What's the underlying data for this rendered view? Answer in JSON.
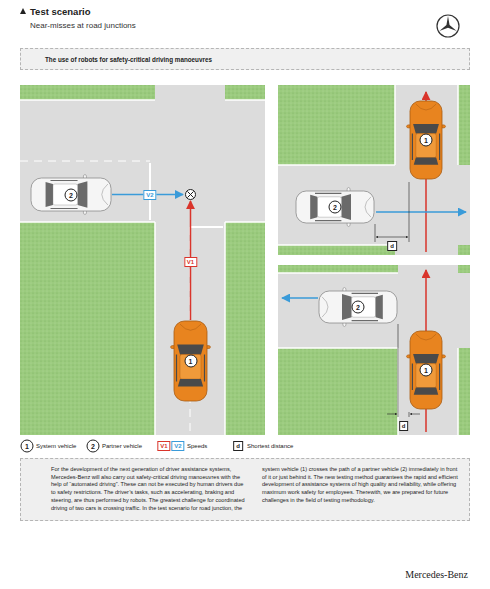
{
  "diagram": {
    "title": "Test scenario",
    "nodes": [
      {
        "text": [
          "The use of robots for safety-critical driving manoeuvres"
        ]
      },
      {
        "text": [
          "2"
        ]
      },
      {
        "text": [
          "1"
        ]
      },
      {
        "text": [
          "1"
        ]
      },
      {
        "text": [
          "2"
        ]
      },
      {
        "text": [
          "2"
        ]
      },
      {
        "text": [
          "1"
        ]
      },
      {
        "text": [
          "For the development of the next generation of driver assistance systems, Mercedes-Benz will also carry out safety-critical driving manoeuvres with the help of “automated driving”. These can not be executed by human drivers due to safety restrictions. The driver’s tasks, such as accelerating, braking and steering, are thus performed by robots. The greatest challenge for coordinated driving of two cars is crossing traffic. In the test scenario for road junction, the system vehicle (1) crosses the path of a partner vehicle (2) immediately in front of it or just behind it. The new testing method guarantees the rapid and efficient development of assistance systems of high quality and reliability, while offering maximum work safety for employees. Therewith, we are prepared for future challenges in the field of testing methodology."
        ]
      }
    ],
    "labels": [
      "Near-misses at road junctions",
      "V2",
      "V1",
      "d",
      "d",
      "1",
      "2",
      "V1",
      "V2",
      "d",
      "Mercedes-Benz"
    ],
    "legend": [
      {
        "text": "System vehicle"
      },
      {
        "text": "Partner vehicle"
      },
      {
        "text": "Speeds"
      },
      {
        "text": "Shortest distance"
      }
    ]
  }
}
